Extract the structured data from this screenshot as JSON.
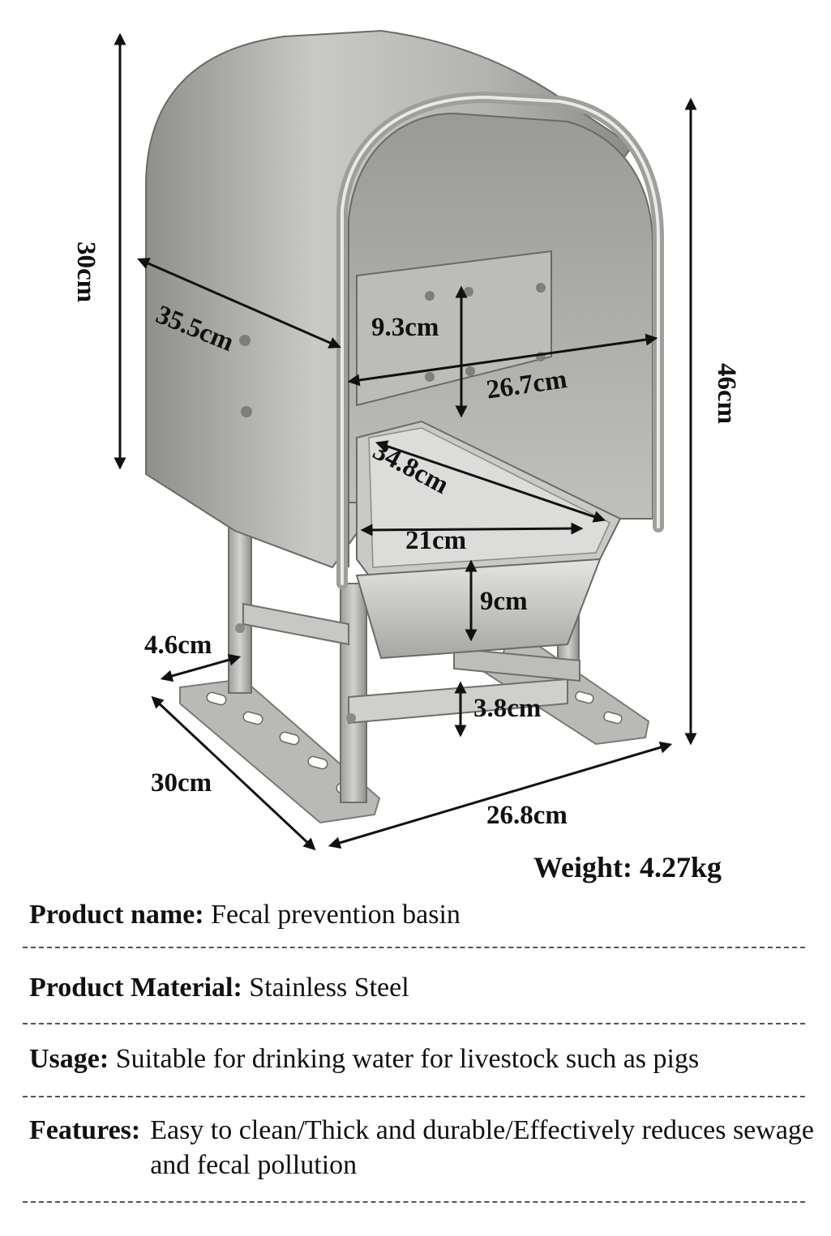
{
  "dimensions": {
    "height_left": "30cm",
    "depth_top": "35.5cm",
    "baffle_height": "9.3cm",
    "baffle_width": "26.7cm",
    "height_right": "46cm",
    "basin_length": "34.8cm",
    "basin_width": "21cm",
    "basin_depth": "9cm",
    "bracket_width": "4.6cm",
    "bar_height": "3.8cm",
    "foot_length": "30cm",
    "base_width": "26.8cm"
  },
  "weight": "Weight: 4.27kg",
  "specs": {
    "product_name": {
      "label": "Product name:",
      "value": "Fecal prevention basin"
    },
    "material": {
      "label": "Product Material:",
      "value": "Stainless Steel"
    },
    "usage": {
      "label": "Usage:",
      "value": "Suitable for drinking water for livestock such as pigs"
    },
    "features": {
      "label": "Features:",
      "value": "Easy to clean/Thick and durable/Effectively reduces sewage and fecal pollution"
    }
  },
  "colors": {
    "steel_light": "#d8d8d6",
    "steel_mid": "#a9a9a6",
    "steel_dark": "#6e6e6b",
    "arrow": "#111111"
  }
}
